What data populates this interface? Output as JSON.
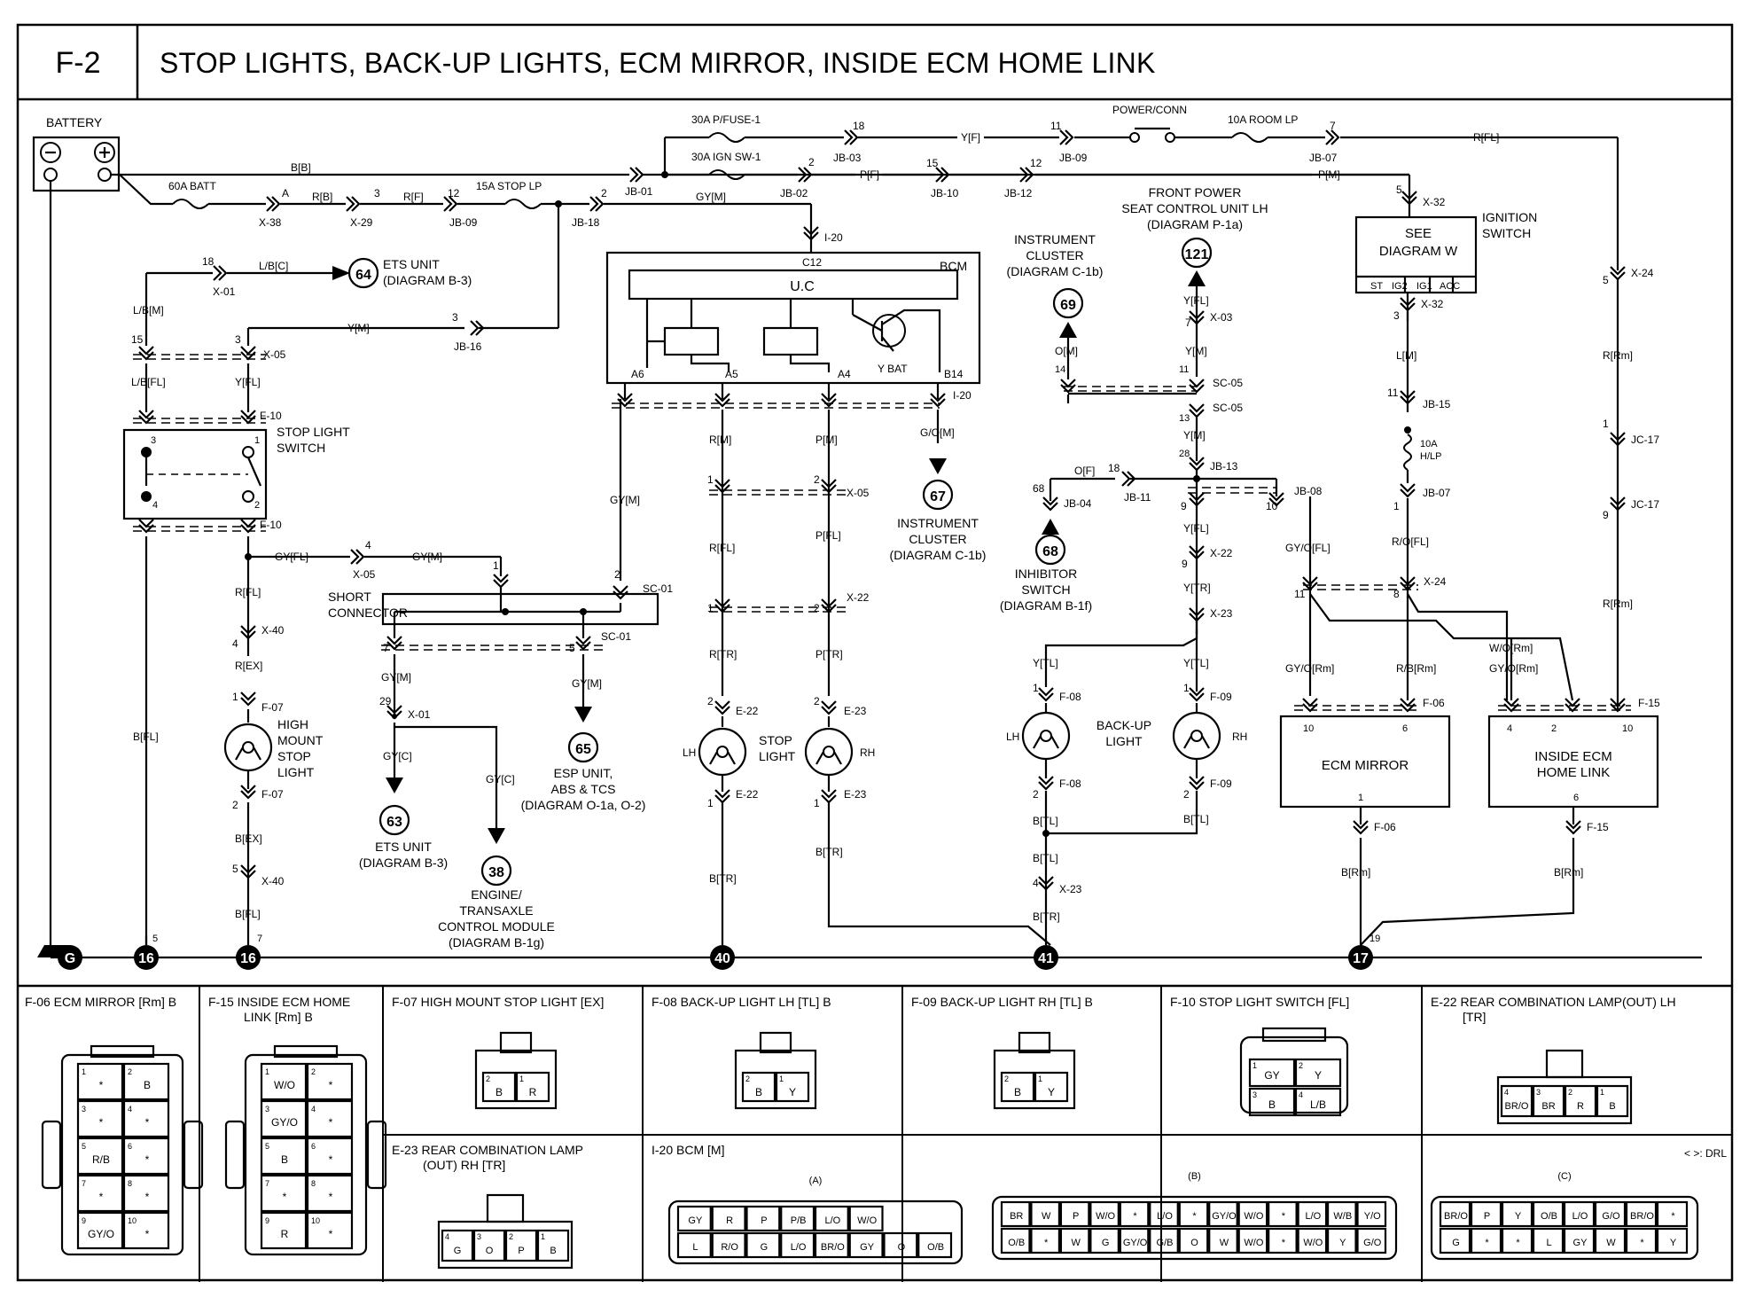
{
  "header": {
    "code": "F-2",
    "title": "STOP LIGHTS, BACK-UP LIGHTS, ECM MIRROR, INSIDE ECM HOME LINK"
  },
  "battery": {
    "label": "BATTERY"
  },
  "fuses": {
    "batt60": "60A BATT",
    "pfuse30": "30A P/FUSE-1",
    "ignsw30": "30A IGN SW-1",
    "stoplp15": "15A STOP LP",
    "roomlp10": "10A ROOM LP",
    "hlp10_a": "10A",
    "hlp10_b": "H/LP",
    "power_conn": "POWER/CONN"
  },
  "components": {
    "bcm": "BCM",
    "uc": "U.C",
    "ybat": "Y BAT",
    "stop_switch": [
      "STOP LIGHT",
      "SWITCH"
    ],
    "short_connector": [
      "SHORT",
      "CONNECTOR"
    ],
    "hmsl": [
      "HIGH",
      "MOUNT",
      "STOP",
      "LIGHT"
    ],
    "stop_light": [
      "STOP",
      "LIGHT"
    ],
    "backup_light": [
      "BACK-UP",
      "LIGHT"
    ],
    "ecm_mirror": "ECM MIRROR",
    "home_link": [
      "INSIDE ECM",
      "HOME LINK"
    ],
    "ign_switch": [
      "IGNITION",
      "SWITCH"
    ],
    "see_diag": [
      "SEE",
      "DIAGRAM W"
    ],
    "ign_terms": [
      "ST",
      "IG2",
      "IG1",
      "ACC"
    ],
    "lh": "LH",
    "rh": "RH"
  },
  "references": {
    "r64": {
      "num": "64",
      "lines": [
        "ETS UNIT",
        "(DIAGRAM B-3)"
      ]
    },
    "r67": {
      "num": "67",
      "lines": [
        "INSTRUMENT",
        "CLUSTER",
        "(DIAGRAM C-1b)"
      ]
    },
    "r69": {
      "num": "69",
      "lines": [
        "INSTRUMENT",
        "CLUSTER",
        "(DIAGRAM C-1b)"
      ]
    },
    "r121": {
      "num": "121",
      "lines": [
        "FRONT POWER",
        "SEAT CONTROL UNIT LH",
        "(DIAGRAM P-1a)"
      ]
    },
    "r68": {
      "num": "68",
      "lines": [
        "INHIBITOR",
        "SWITCH",
        "(DIAGRAM B-1f)"
      ]
    },
    "r63": {
      "num": "63",
      "lines": [
        "ETS UNIT",
        "(DIAGRAM B-3)"
      ]
    },
    "r38": {
      "num": "38",
      "lines": [
        "ENGINE/",
        "TRANSAXLE",
        "CONTROL MODULE",
        "(DIAGRAM B-1g)"
      ]
    },
    "r65": {
      "num": "65",
      "lines": [
        "ESP UNIT,",
        "ABS & TCS",
        "(DIAGRAM O-1a, O-2)"
      ]
    }
  },
  "grounds": [
    "G",
    "16",
    "16",
    "40",
    "41",
    "17"
  ],
  "wires": {
    "bb": "B[B]",
    "rb": "R[B]",
    "rf": "R[F]",
    "gym": "GY[M]",
    "yf": "Y[F]",
    "pf": "P[F]",
    "pm": "P[M]",
    "rfl": "R[FL]",
    "lbc": "L/B[C]",
    "lbm": "L/B[M]",
    "lbfl": "L/B[FL]",
    "ym": "Y[M]",
    "yfl": "Y[FL]",
    "gyfl": "GY[FL]",
    "rex": "R[EX]",
    "bfl": "B[FL]",
    "bex": "B[EX]",
    "rm": "R[M]",
    "rtr": "R[TR]",
    "pfl": "P[FL]",
    "ptr": "P[TR]",
    "btr": "B[TR]",
    "gom": "G/O[M]",
    "om": "O[M]",
    "of": "O[F]",
    "ytr": "Y[TR]",
    "ytl": "Y[TL]",
    "btl": "B[TL]",
    "gyofl": "GY/O[FL]",
    "gyorm": "GY/O[Rm]",
    "rbrm": "R/B[Rm]",
    "worm": "W/O[Rm]",
    "brm": "B[Rm]",
    "lm": "L[M]",
    "rofl": "R/O[FL]",
    "rrm": "R[Rm]",
    "gyc": "GY[C]"
  },
  "connectors": [
    {
      "t": "JB-01"
    },
    {
      "t": "JB-02"
    },
    {
      "t": "JB-03"
    },
    {
      "t": "JB-10"
    },
    {
      "t": "JB-12"
    },
    {
      "t": "JB-09"
    },
    {
      "t": "JB-07"
    },
    {
      "t": "X-38"
    },
    {
      "t": "X-29"
    },
    {
      "t": "JB-18"
    },
    {
      "t": "JB-16"
    },
    {
      "t": "X-01"
    },
    {
      "t": "X-05"
    },
    {
      "t": "F-10"
    },
    {
      "t": "X-40"
    },
    {
      "t": "F-07"
    },
    {
      "t": "SC-01"
    },
    {
      "t": "I-20"
    },
    {
      "t": "C12"
    },
    {
      "t": "A6"
    },
    {
      "t": "A5"
    },
    {
      "t": "A4"
    },
    {
      "t": "B14"
    },
    {
      "t": "X-22"
    },
    {
      "t": "E-22"
    },
    {
      "t": "E-23"
    },
    {
      "t": "X-03"
    },
    {
      "t": "SC-05"
    },
    {
      "t": "JB-13"
    },
    {
      "t": "JB-11"
    },
    {
      "t": "JB-04"
    },
    {
      "t": "F-08"
    },
    {
      "t": "F-09"
    },
    {
      "t": "X-23"
    },
    {
      "t": "JB-08"
    },
    {
      "t": "X-24"
    },
    {
      "t": "F-06"
    },
    {
      "t": "F-15"
    },
    {
      "t": "X-32"
    },
    {
      "t": "JB-15"
    },
    {
      "t": "JC-17"
    }
  ],
  "panels": {
    "f06": "F-06 ECM MIRROR [Rm] B",
    "f15": [
      "F-15 INSIDE ECM HOME",
      "LINK [Rm] B"
    ],
    "f07": "F-07 HIGH MOUNT STOP LIGHT [EX]",
    "f08": "F-08 BACK-UP LIGHT LH [TL] B",
    "f09": "F-09 BACK-UP LIGHT RH [TL] B",
    "f10": "F-10 STOP LIGHT SWITCH [FL]",
    "e22": [
      "E-22 REAR COMBINATION LAMP(OUT) LH",
      "[TR]"
    ],
    "e23": [
      "E-23 REAR COMBINATION LAMP",
      "(OUT) RH [TR]"
    ],
    "i20": "I-20 BCM [M]",
    "drl": "< >: DRL"
  },
  "pins": {
    "f06": [
      "*",
      "B",
      "*",
      "*",
      "R/B",
      "*",
      "*",
      "*",
      "GY/O",
      "*"
    ],
    "f15": [
      "W/O",
      "*",
      "GY/O",
      "*",
      "B",
      "*",
      "*",
      "*",
      "R",
      "*"
    ],
    "f07": [
      "B",
      "R"
    ],
    "f08": [
      "B",
      "Y"
    ],
    "f09": [
      "B",
      "Y"
    ],
    "f10": [
      "GY",
      "Y",
      "B",
      "L/B"
    ],
    "e22": [
      "BR/O",
      "BR",
      "R",
      "B"
    ],
    "e23": [
      "G",
      "O",
      "P",
      "B"
    ],
    "i20a_top": [
      "GY",
      "R",
      "P",
      "P/B",
      "L/O",
      "W/O"
    ],
    "i20a_bot": [
      "L",
      "R/O",
      "G",
      "L/O",
      "BR/O",
      "GY",
      "O",
      "O/B"
    ],
    "i20b_top": [
      "BR",
      "W",
      "P",
      "W/O",
      "*",
      "L/O",
      "*",
      "GY/O",
      "W/O",
      "*",
      "L/O",
      "W/B",
      "Y/O"
    ],
    "i20b_bot": [
      "O/B",
      "*",
      "W",
      "G",
      "GY/O",
      "G/B",
      "O",
      "W",
      "W/O",
      "*",
      "W/O",
      "Y",
      "G/O"
    ],
    "i20c_top": [
      "BR/O",
      "P",
      "Y",
      "O/B",
      "L/O",
      "G/O",
      "BR/O",
      "*"
    ],
    "i20c_bot": [
      "G",
      "*",
      "*",
      "L",
      "GY",
      "W",
      "*",
      "Y"
    ],
    "sub": [
      "(A)",
      "(B)",
      "(C)"
    ]
  }
}
